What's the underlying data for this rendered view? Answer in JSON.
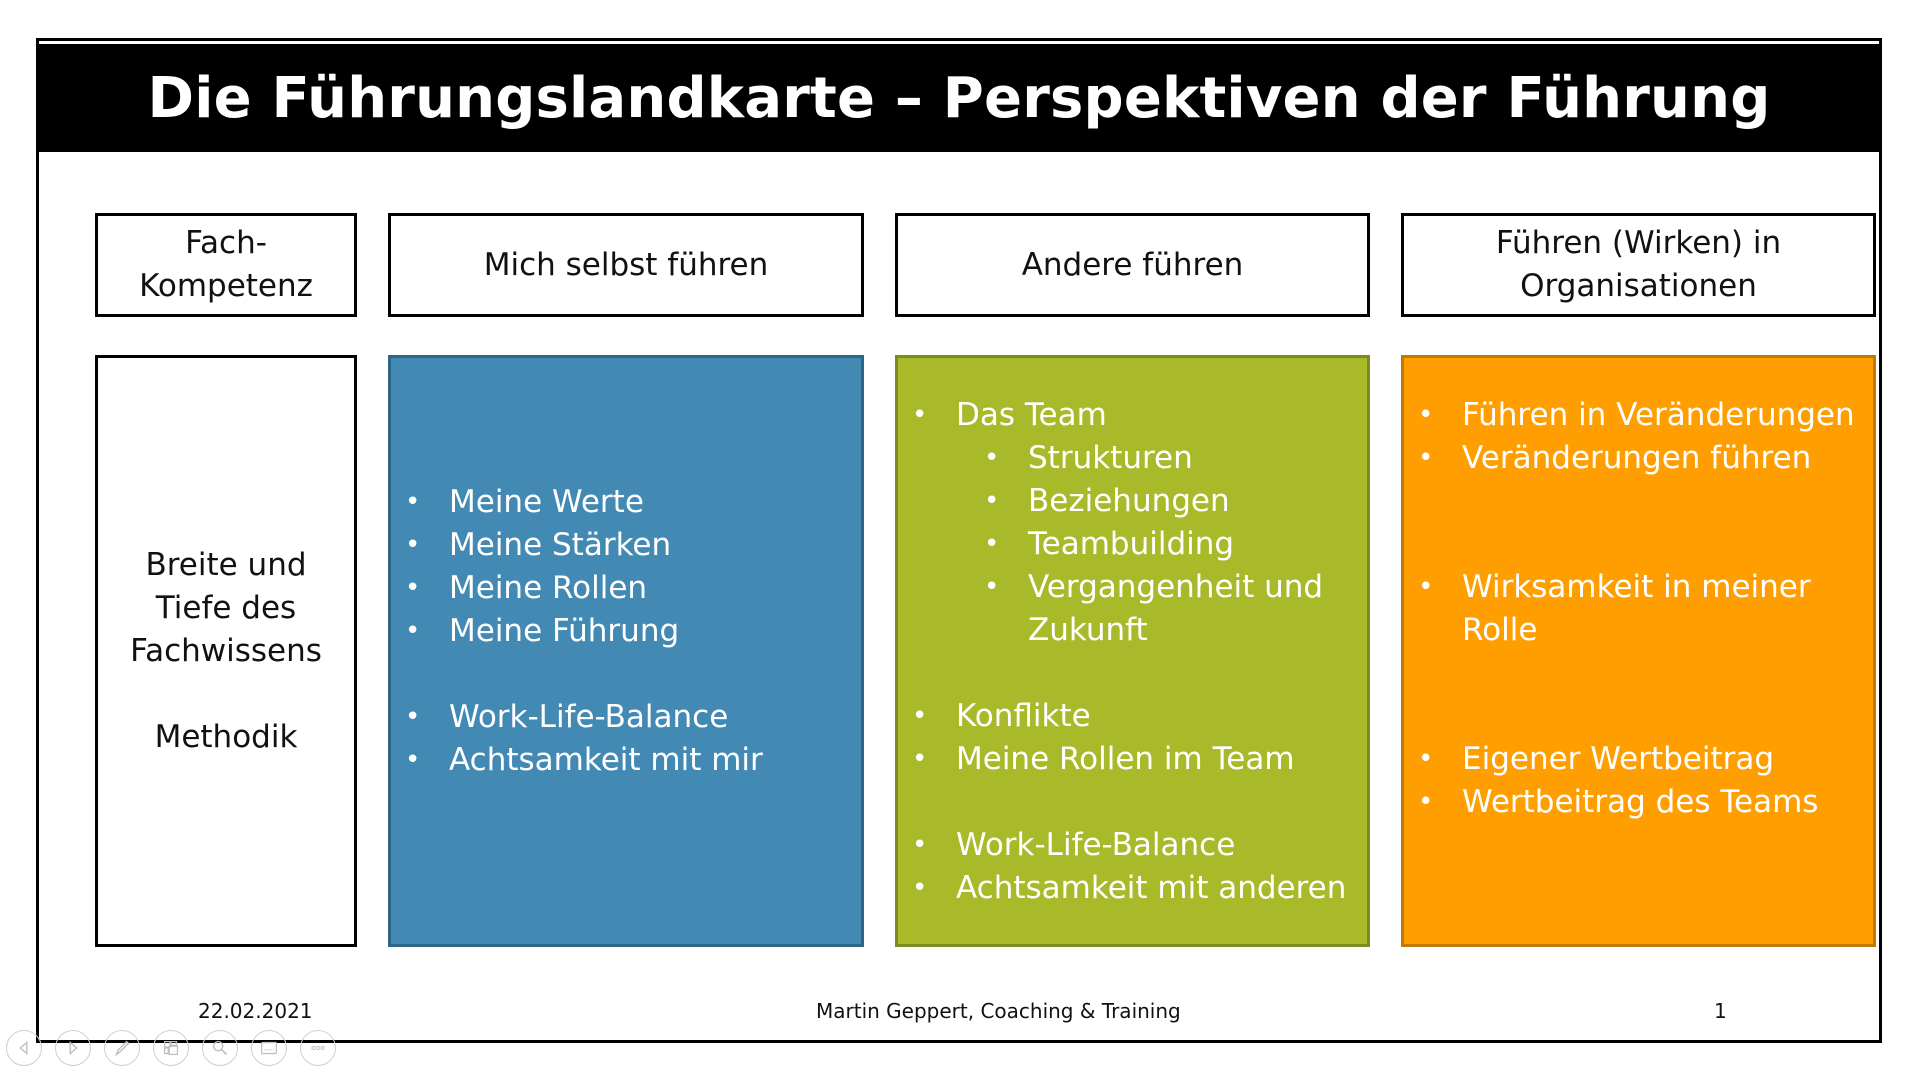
{
  "slide": {
    "title": "Die Führungslandkarte – Perspektiven der Führung",
    "columns": [
      {
        "header": "Fach-\nKompetenz",
        "content_text": "Breite und\nTiefe des\nFachwissens\n\nMethodik",
        "color": "#ffffff"
      },
      {
        "header": "Mich selbst führen",
        "color": "#4289b4",
        "items": [
          "Meine Werte",
          "Meine Stärken",
          "Meine Rollen",
          "Meine Führung",
          "Work-Life-Balance",
          "Achtsamkeit mit mir"
        ]
      },
      {
        "header": "Andere führen",
        "color": "#a8b92a",
        "items": [
          "Das Team",
          "Strukturen",
          "Beziehungen",
          "Teambuilding",
          "Vergangenheit und Zukunft",
          "Konflikte",
          "Meine Rollen im Team",
          "Work-Life-Balance",
          "Achtsamkeit mit anderen"
        ]
      },
      {
        "header": "Führen (Wirken) in\nOrganisationen",
        "color": "#ff9e00",
        "items": [
          "Führen in Veränderungen",
          "Veränderungen führen",
          "Wirksamkeit in meiner Rolle",
          "Eigener Wertbeitrag",
          "Wertbeitrag des Teams"
        ]
      }
    ]
  },
  "footer": {
    "date": "22.02.2021",
    "author": "Martin Geppert, Coaching & Training",
    "page_number": "1"
  },
  "presenter_toolbar": {
    "buttons": [
      {
        "icon": "previous-icon",
        "label": "Previous slide"
      },
      {
        "icon": "next-icon",
        "label": "Next slide"
      },
      {
        "icon": "pen-icon",
        "label": "Pen"
      },
      {
        "icon": "slides-icon",
        "label": "See all slides"
      },
      {
        "icon": "zoom-icon",
        "label": "Zoom"
      },
      {
        "icon": "subtitles-icon",
        "label": "Subtitles"
      },
      {
        "icon": "more-icon",
        "label": "More options"
      }
    ]
  }
}
